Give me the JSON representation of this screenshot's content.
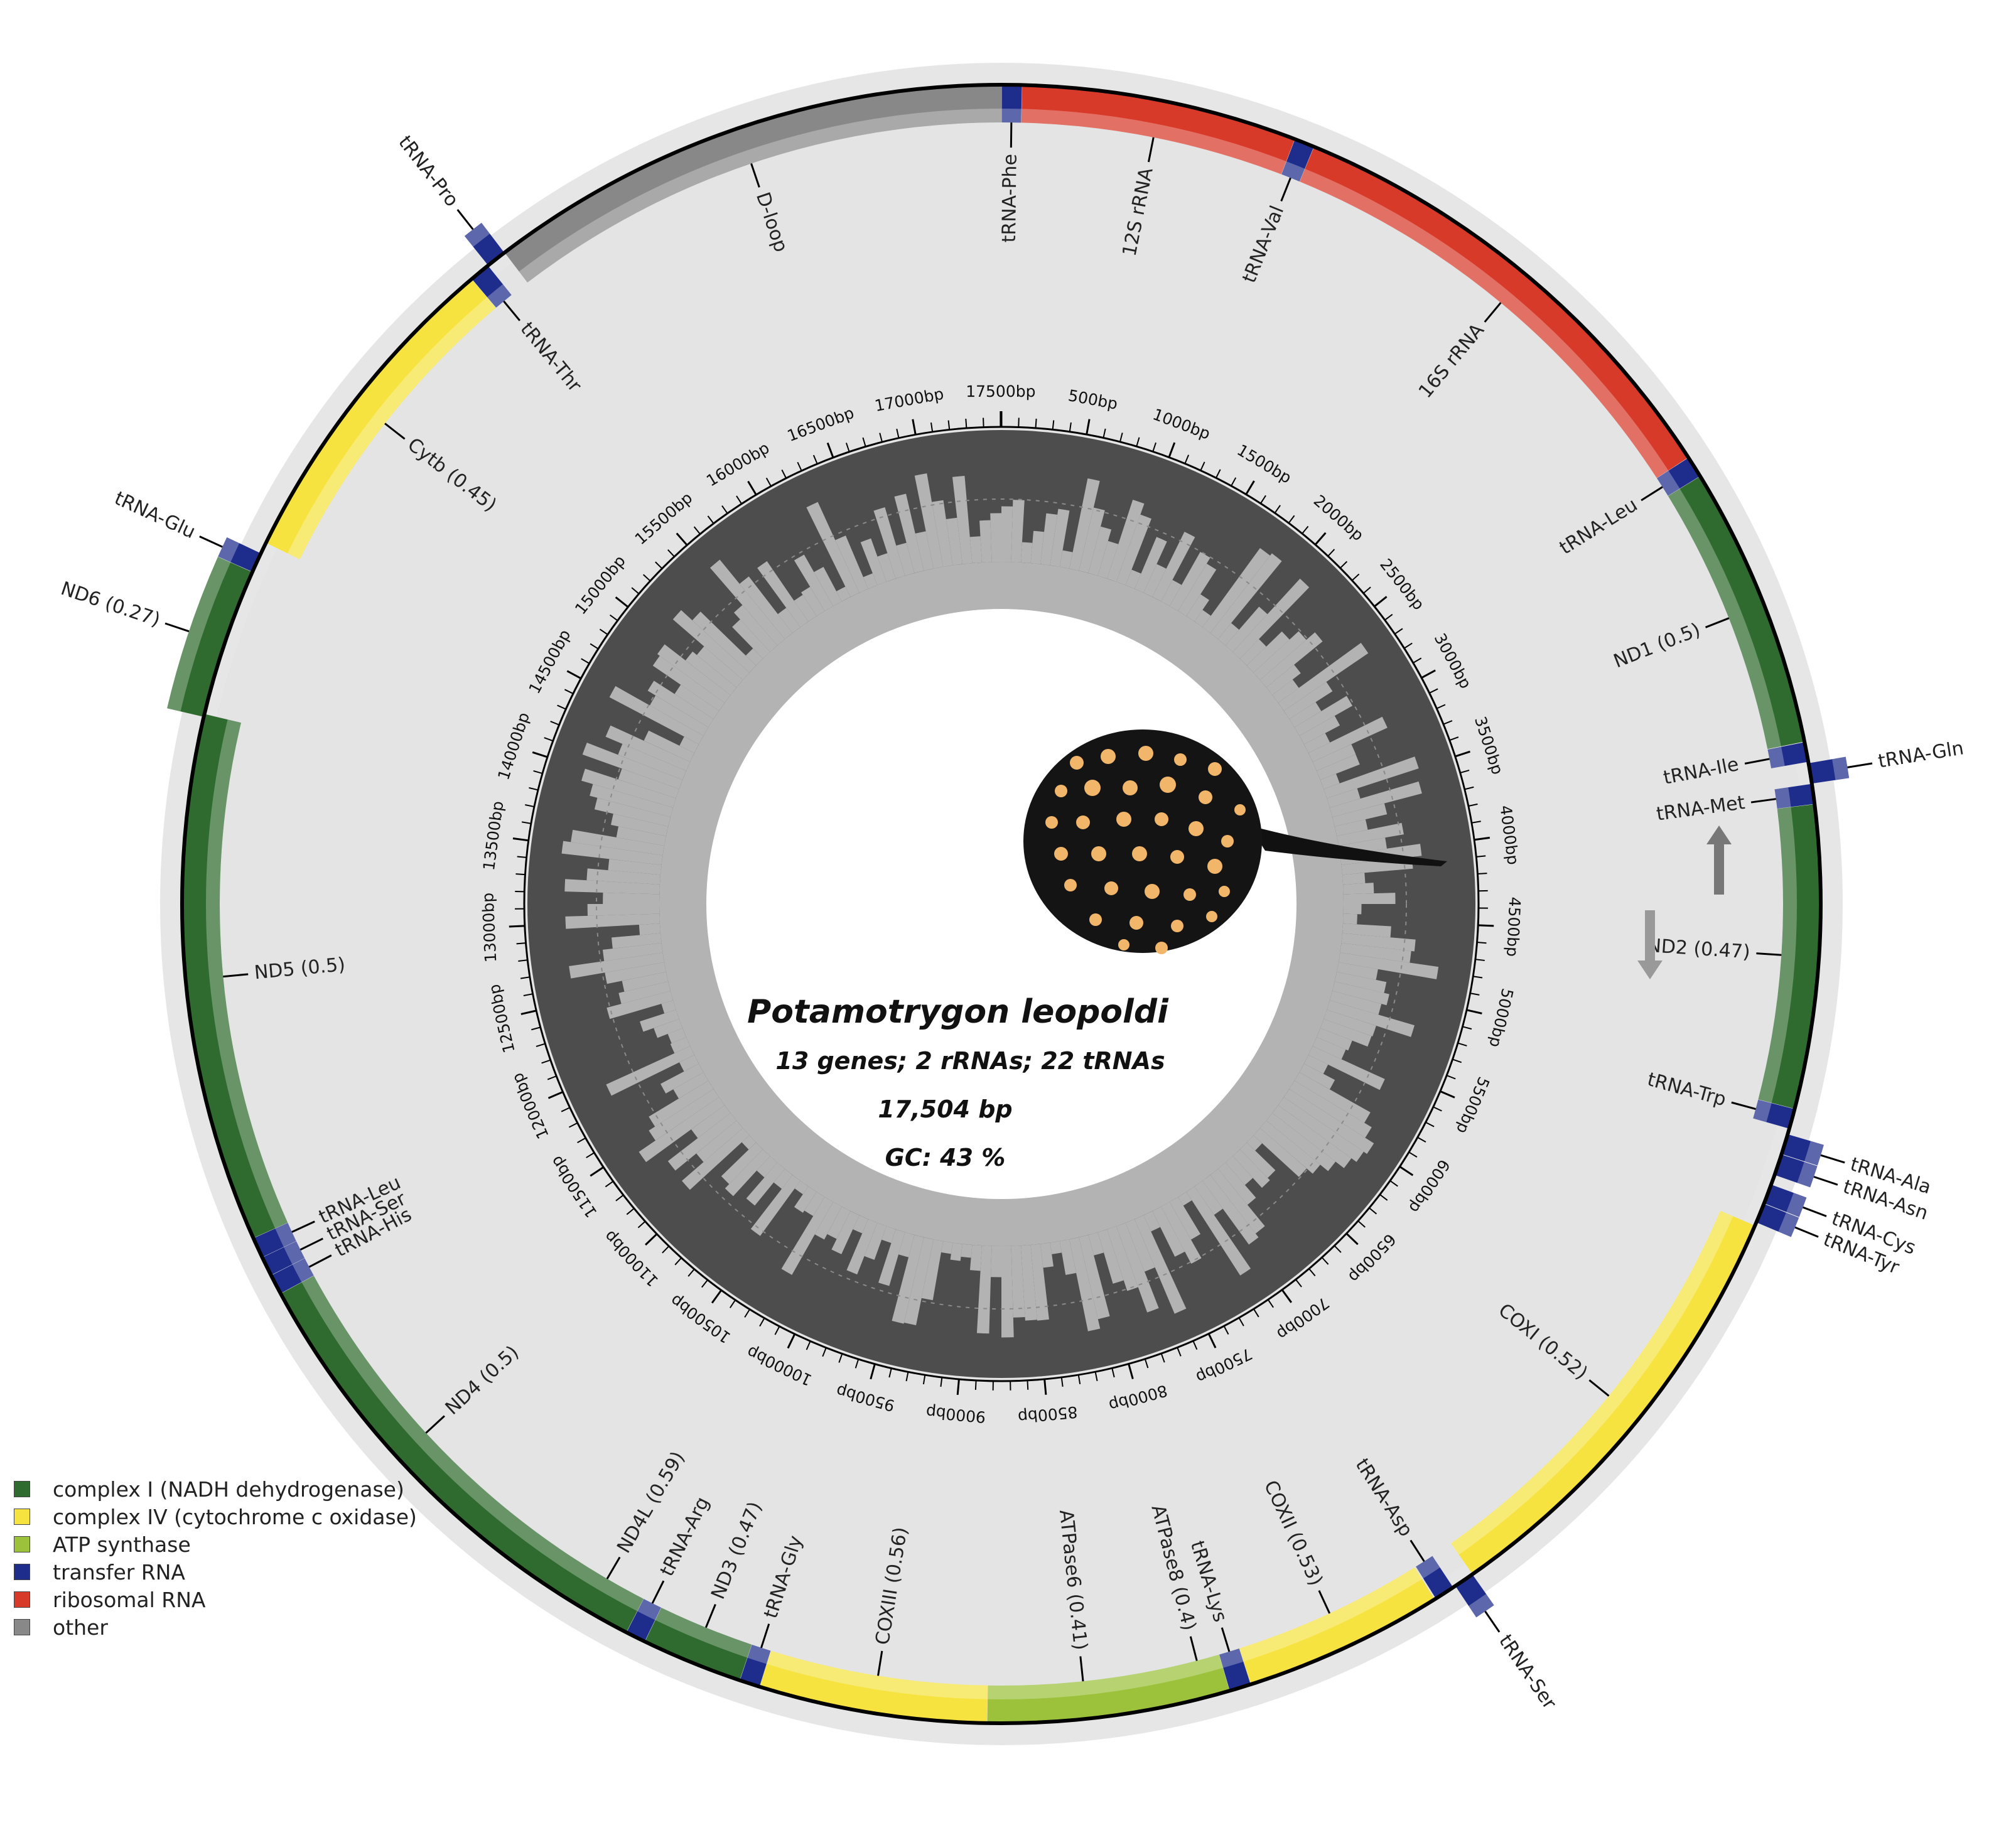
{
  "species": "Potamotrygon leopoldi",
  "summary": {
    "genes": "13 genes; 2 rRNAs; 22 tRNAs",
    "length": "17,504  bp",
    "gc": "GC: 43 %"
  },
  "genome_length": 17504,
  "legend": [
    {
      "label": "complex I (NADH dehydrogenase)",
      "color": "#2f6b2f"
    },
    {
      "label": "complex IV (cytochrome c oxidase)",
      "color": "#f6e340"
    },
    {
      "label": "ATP synthase",
      "color": "#9cc13b"
    },
    {
      "label": "transfer RNA",
      "color": "#1e2d8c"
    },
    {
      "label": "ribosomal RNA",
      "color": "#d83a2a"
    },
    {
      "label": "other",
      "color": "#888888"
    }
  ],
  "colors": {
    "complex1": "#2f6b2f",
    "complex4": "#f6e340",
    "atp": "#9cc13b",
    "trna": "#1e2d8c",
    "rrna": "#d83a2a",
    "other": "#888888"
  },
  "genes": [
    {
      "name": "tRNA-Phe",
      "start": 1,
      "end": 70,
      "cat": "trna",
      "strand": "+"
    },
    {
      "name": "12S rRNA",
      "start": 71,
      "end": 1020,
      "cat": "rrna",
      "strand": "+"
    },
    {
      "name": "tRNA-Val",
      "start": 1021,
      "end": 1090,
      "cat": "trna",
      "strand": "+"
    },
    {
      "name": "16S rRNA",
      "start": 1091,
      "end": 2770,
      "cat": "rrna",
      "strand": "+"
    },
    {
      "name": "tRNA-Leu",
      "start": 2771,
      "end": 2845,
      "cat": "trna",
      "strand": "+"
    },
    {
      "name": "ND1 (0.5)",
      "start": 2846,
      "end": 3820,
      "cat": "complex1",
      "strand": "+"
    },
    {
      "name": "tRNA-Ile",
      "start": 3822,
      "end": 3890,
      "cat": "trna",
      "strand": "+"
    },
    {
      "name": "tRNA-Gln",
      "start": 3895,
      "end": 3965,
      "cat": "trna",
      "strand": "-"
    },
    {
      "name": "tRNA-Met",
      "start": 3966,
      "end": 4035,
      "cat": "trna",
      "strand": "+"
    },
    {
      "name": "ND2 (0.47)",
      "start": 4036,
      "end": 5080,
      "cat": "complex1",
      "strand": "+"
    },
    {
      "name": "tRNA-Trp",
      "start": 5081,
      "end": 5150,
      "cat": "trna",
      "strand": "+"
    },
    {
      "name": "tRNA-Ala",
      "start": 5170,
      "end": 5240,
      "cat": "trna",
      "strand": "-"
    },
    {
      "name": "tRNA-Asn",
      "start": 5242,
      "end": 5315,
      "cat": "trna",
      "strand": "-"
    },
    {
      "name": "tRNA-Cys",
      "start": 5350,
      "end": 5418,
      "cat": "trna",
      "strand": "-"
    },
    {
      "name": "tRNA-Tyr",
      "start": 5420,
      "end": 5488,
      "cat": "trna",
      "strand": "-"
    },
    {
      "name": "COXI (0.52)",
      "start": 5500,
      "end": 7045,
      "cat": "complex4",
      "strand": "+"
    },
    {
      "name": "tRNA-Ser",
      "start": 7046,
      "end": 7116,
      "cat": "trna",
      "strand": "-"
    },
    {
      "name": "tRNA-Asp",
      "start": 7125,
      "end": 7195,
      "cat": "trna",
      "strand": "+"
    },
    {
      "name": "COXII (0.53)",
      "start": 7200,
      "end": 7890,
      "cat": "complex4",
      "strand": "+"
    },
    {
      "name": "tRNA-Lys",
      "start": 7891,
      "end": 7965,
      "cat": "trna",
      "strand": "+"
    },
    {
      "name": "ATPase8 (0.4)",
      "start": 7966,
      "end": 8130,
      "cat": "atp",
      "strand": "+"
    },
    {
      "name": "ATPase6 (0.41)",
      "start": 8121,
      "end": 8800,
      "cat": "atp",
      "strand": "+"
    },
    {
      "name": "COXIII (0.56)",
      "start": 8801,
      "end": 9586,
      "cat": "complex4",
      "strand": "+"
    },
    {
      "name": "tRNA-Gly",
      "start": 9587,
      "end": 9657,
      "cat": "trna",
      "strand": "+"
    },
    {
      "name": "ND3 (0.47)",
      "start": 9658,
      "end": 10006,
      "cat": "complex1",
      "strand": "+"
    },
    {
      "name": "tRNA-Arg",
      "start": 10007,
      "end": 10076,
      "cat": "trna",
      "strand": "+"
    },
    {
      "name": "ND4L (0.59)",
      "start": 10077,
      "end": 10373,
      "cat": "complex1",
      "strand": "+"
    },
    {
      "name": "ND4 (0.5)",
      "start": 10367,
      "end": 11747,
      "cat": "complex1",
      "strand": "+"
    },
    {
      "name": "tRNA-His",
      "start": 11748,
      "end": 11817,
      "cat": "trna",
      "strand": "+"
    },
    {
      "name": "tRNA-Ser",
      "start": 11818,
      "end": 11885,
      "cat": "trna",
      "strand": "+"
    },
    {
      "name": "tRNA-Leu",
      "start": 11886,
      "end": 11957,
      "cat": "trna",
      "strand": "+"
    },
    {
      "name": "ND5 (0.5)",
      "start": 11958,
      "end": 13780,
      "cat": "complex1",
      "strand": "+"
    },
    {
      "name": "ND6 (0.27)",
      "start": 13770,
      "end": 14290,
      "cat": "complex1",
      "strand": "-"
    },
    {
      "name": "tRNA-Glu",
      "start": 14291,
      "end": 14360,
      "cat": "trna",
      "strand": "-"
    },
    {
      "name": "Cytb (0.45)",
      "start": 14400,
      "end": 15545,
      "cat": "complex4",
      "strand": "+"
    },
    {
      "name": "tRNA-Thr",
      "start": 15546,
      "end": 15617,
      "cat": "trna",
      "strand": "+"
    },
    {
      "name": "tRNA-Pro",
      "start": 15618,
      "end": 15688,
      "cat": "trna",
      "strand": "-"
    },
    {
      "name": "D-loop",
      "start": 15689,
      "end": 17504,
      "cat": "other",
      "strand": "+"
    }
  ],
  "ticks": [
    "500bp",
    "1000bp",
    "1500bp",
    "2000bp",
    "2500bp",
    "3000bp",
    "3500bp",
    "4000bp",
    "4500bp",
    "5000bp",
    "5500bp",
    "6000bp",
    "6500bp",
    "7000bp",
    "7500bp",
    "8000bp",
    "8500bp",
    "9000bp",
    "9500bp",
    "10000bp",
    "10500bp",
    "11000bp",
    "11500bp",
    "12000bp",
    "12500bp",
    "13000bp",
    "13500bp",
    "14000bp",
    "14500bp",
    "15000bp",
    "15500bp",
    "16000bp",
    "16500bp",
    "17000bp",
    "17500bp"
  ]
}
